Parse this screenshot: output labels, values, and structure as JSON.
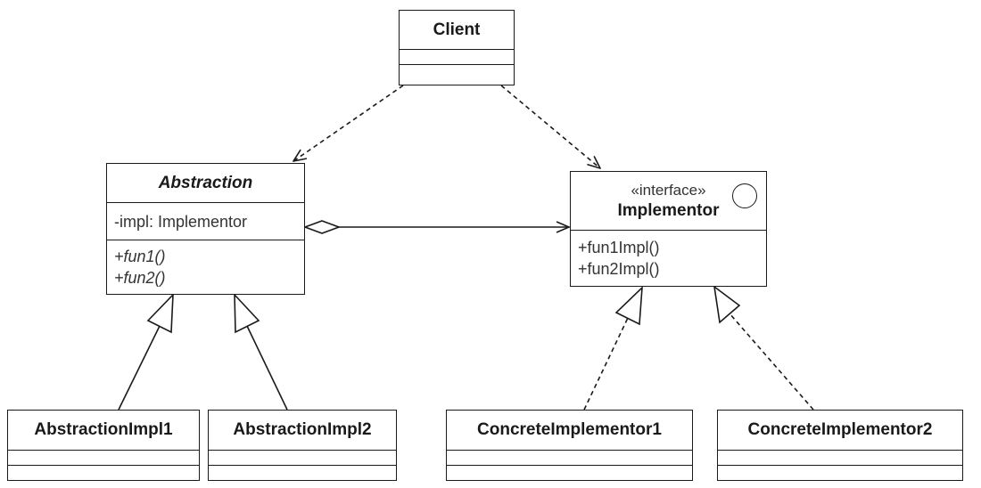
{
  "classes": {
    "client": {
      "name": "Client"
    },
    "abstraction": {
      "name": "Abstraction",
      "attributes": [
        "-impl: Implementor"
      ],
      "operations": [
        "+fun1()",
        "+fun2()"
      ]
    },
    "implementor": {
      "stereotype": "«interface»",
      "name": "Implementor",
      "operations": [
        "+fun1Impl()",
        "+fun2Impl()"
      ]
    },
    "abstraction_impl1": {
      "name": "AbstractionImpl1"
    },
    "abstraction_impl2": {
      "name": "AbstractionImpl2"
    },
    "concrete_implementor1": {
      "name": "ConcreteImplementor1"
    },
    "concrete_implementor2": {
      "name": "ConcreteImplementor2"
    }
  },
  "colors": {
    "line": "#1a1a1a",
    "text": "#1a1a1a",
    "secondary_text": "#333333",
    "background": "#ffffff"
  }
}
